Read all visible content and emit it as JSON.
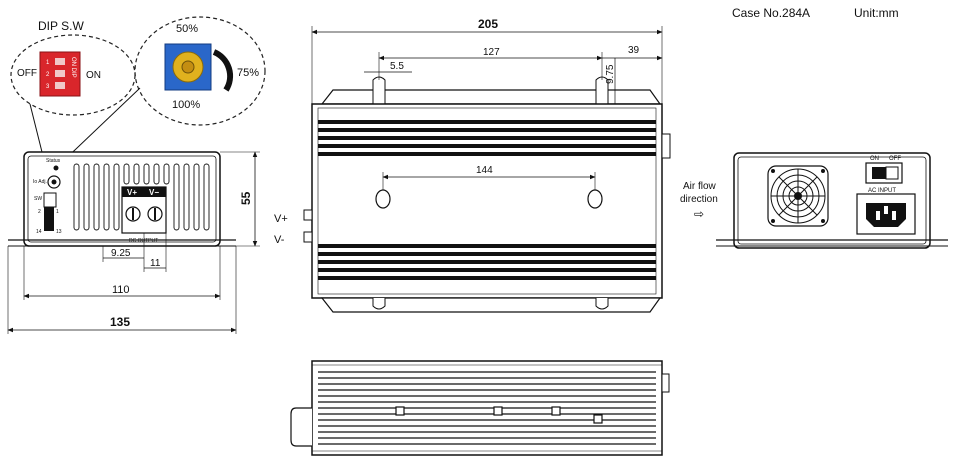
{
  "header": {
    "case_no": "Case No.284A",
    "unit": "Unit:mm"
  },
  "dip_callout": {
    "title": "DIP S.W",
    "off_label": "OFF",
    "on_label": "ON",
    "switch_text": "ON DIP",
    "switch_numbers": [
      "1",
      "2",
      "3"
    ],
    "switch_color": "#d9262b"
  },
  "pot_callout": {
    "label_50": "50%",
    "label_75": "75%",
    "label_100": "100%",
    "body_color": "#2a67c9",
    "knob_color": "#e0b11e"
  },
  "front_view": {
    "status_label": "Status",
    "io_adj_label": "Io Adj.",
    "sw_label": "SW",
    "pin_2": "2",
    "pin_1": "1",
    "pin_14": "14",
    "pin_13": "13",
    "vplus_terminal": "V+",
    "vminus_terminal": "V−",
    "dc_output_label": "DC OUTPUT",
    "dim_9_25": "9.25",
    "dim_11": "11",
    "dim_110": "110",
    "dim_135": "135",
    "dim_55": "55"
  },
  "top_view": {
    "dim_205": "205",
    "dim_127": "127",
    "dim_39": "39",
    "dim_5_5": "5.5",
    "dim_9_75": "9.75",
    "dim_144": "144",
    "vplus_label": "V+",
    "vminus_label": "V-"
  },
  "rear_view": {
    "airflow_line1": "Air flow",
    "airflow_line2": "direction",
    "airflow_arrow": "⇨",
    "on_label": "ON",
    "off_label": "OFF",
    "ac_input_label": "AC INPUT"
  }
}
